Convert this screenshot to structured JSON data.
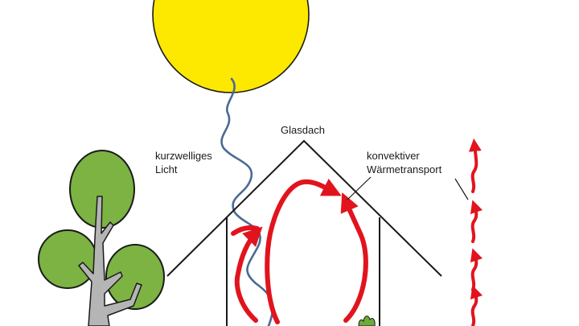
{
  "labels": {
    "roof": "Glasdach",
    "light_line1": "kurzwelliges",
    "light_line2": "Licht",
    "convection_line1": "konvektiver",
    "convection_line2": "Wärmetransport"
  },
  "colors": {
    "sun_fill": "#fde800",
    "sun_stroke": "#1a1a1a",
    "light_wave": "#4a6a93",
    "convection": "#e1141e",
    "foliage": "#7cb342",
    "trunk": "#b5b5b5",
    "outline": "#1a1a1a",
    "plant": "#6aab3a"
  },
  "icons": {
    "sun": "sun-icon",
    "tree": "tree-icon",
    "house": "greenhouse-icon",
    "plant": "plant-icon"
  }
}
